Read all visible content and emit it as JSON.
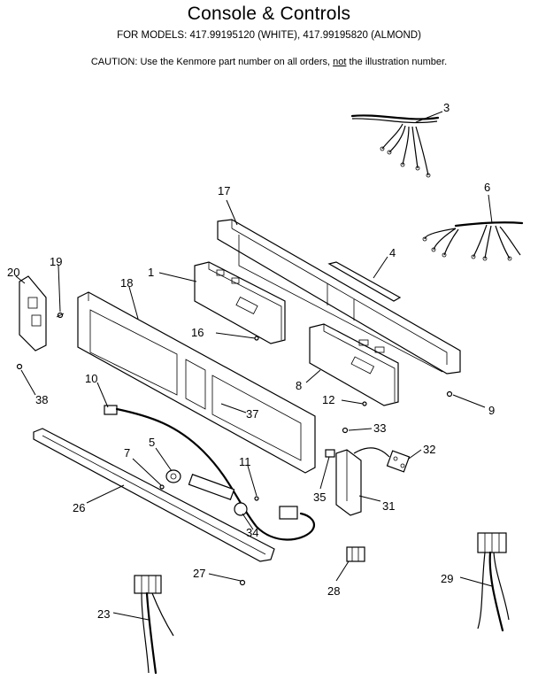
{
  "header": {
    "title": "Console & Controls",
    "models": "FOR MODELS:  417.99195120 (WHITE), 417.99195820 (ALMOND)",
    "caution_prefix": "CAUTION:  Use the Kenmore part number on all orders, ",
    "caution_not": "not",
    "caution_suffix": " the illustration number."
  },
  "callouts": [
    {
      "id": "1",
      "text": "1"
    },
    {
      "id": "3",
      "text": "3"
    },
    {
      "id": "4",
      "text": "4"
    },
    {
      "id": "5",
      "text": "5"
    },
    {
      "id": "6",
      "text": "6"
    },
    {
      "id": "7",
      "text": "7"
    },
    {
      "id": "8",
      "text": "8"
    },
    {
      "id": "9",
      "text": "9"
    },
    {
      "id": "10",
      "text": "10"
    },
    {
      "id": "11",
      "text": "11"
    },
    {
      "id": "12",
      "text": "12"
    },
    {
      "id": "16",
      "text": "16"
    },
    {
      "id": "17",
      "text": "17"
    },
    {
      "id": "18",
      "text": "18"
    },
    {
      "id": "19",
      "text": "19"
    },
    {
      "id": "20",
      "text": "20"
    },
    {
      "id": "23",
      "text": "23"
    },
    {
      "id": "26",
      "text": "26"
    },
    {
      "id": "27",
      "text": "27"
    },
    {
      "id": "28",
      "text": "28"
    },
    {
      "id": "29",
      "text": "29"
    },
    {
      "id": "31",
      "text": "31"
    },
    {
      "id": "32",
      "text": "32"
    },
    {
      "id": "33",
      "text": "33"
    },
    {
      "id": "34",
      "text": "34"
    },
    {
      "id": "35",
      "text": "35"
    },
    {
      "id": "37",
      "text": "37"
    },
    {
      "id": "38",
      "text": "38"
    }
  ]
}
